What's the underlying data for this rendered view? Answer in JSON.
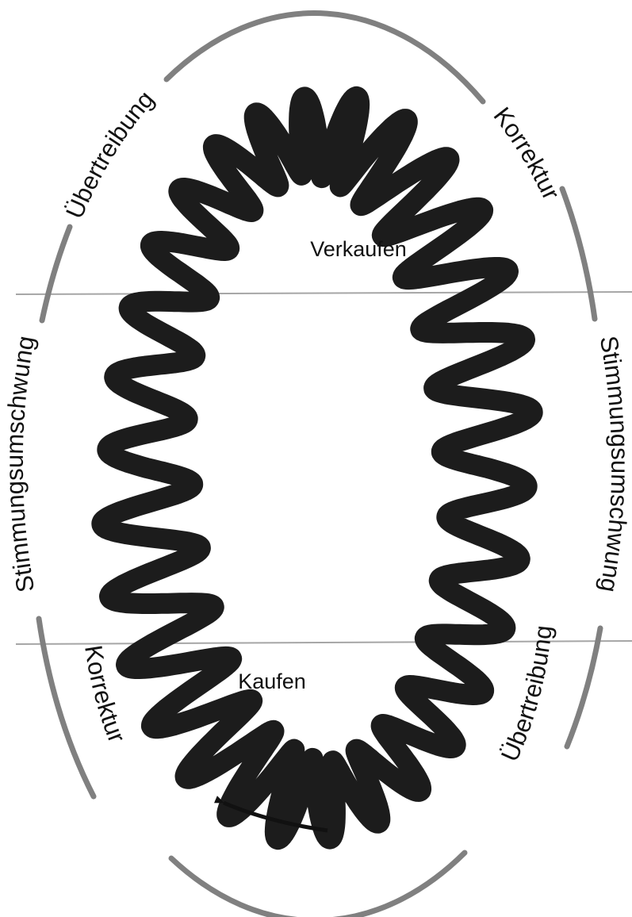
{
  "diagram": {
    "inner_labels": {
      "sell": "Verkaufen",
      "buy": "Kaufen"
    },
    "ring_labels": {
      "upper_left": "Übertreibung",
      "upper_right": "Korrektur",
      "left": "Stimmungsumschwung",
      "right": "Stimmungsumschwung",
      "lower_left": "Korrektur",
      "lower_right": "Übertreibung"
    },
    "colors": {
      "wave": "#1c1c1c",
      "ring": "#808080",
      "threshold_line": "#a6a6a6",
      "arrow": "#111111",
      "text": "#111111"
    }
  }
}
